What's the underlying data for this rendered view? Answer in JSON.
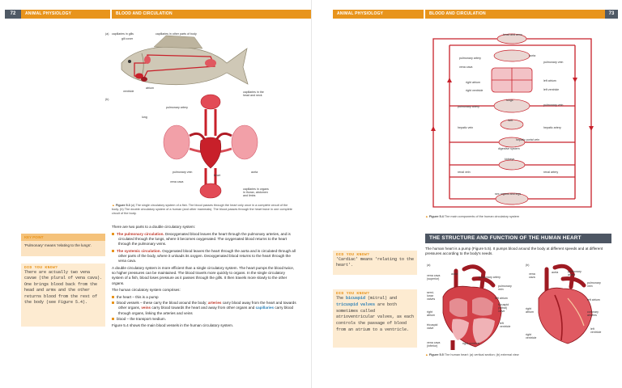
{
  "left_page": {
    "page_number": "72",
    "header_section": "ANIMAL PHYSIOLOGY",
    "header_topic": "BLOOD AND CIRCULATION",
    "fig_a_label": "(a)",
    "fig_b_label": "(b)",
    "fish_labels": {
      "capillaries_gills": "capillaries in gills",
      "gill_cover": "gill cover",
      "capillaries_other": "capillaries in other parts of body",
      "atrium": "atrium",
      "ventricle": "ventricle",
      "capillaries_head": "capillaries in the\nhead and neck"
    },
    "mammal_labels": {
      "pulmonary_artery": "pulmonary artery",
      "lung": "lung",
      "pulmonary_vein": "pulmonary vein",
      "heart": "heart",
      "aorta": "aorta",
      "vena_cava": "vena cava",
      "capillaries_organs": "capillaries in organs\nin thorax, abdomen\nand limbs"
    },
    "caption_fig": "Figure 5.3",
    "caption_text": "(a) The single circulatory system of a fish. The blood passes through the heart only once in a complete circuit of the body. (b) The double circulatory system of a human (and other mammals). The blood passes through the heart twice in one complete circuit of the body.",
    "key_point": {
      "title": "KEY POINT",
      "text": "'Pulmonary' means 'relating to the lungs'."
    },
    "did_you_know": {
      "title": "DID YOU KNOW?",
      "text": "There are actually two vena cavae (the plural of vena cava). One brings blood back from the head and arms and the other returns blood from the rest of the body (see Figure 5.4)."
    },
    "intro": "There are two parts to a double circulatory system:",
    "bullet1_kw": "The pulmonary circulation.",
    "bullet1_text": " Deoxygenated blood leaves the heart through the pulmonary arteries, and is circulated through the lungs, where it becomes oxygenated. The oxygenated blood returns to the heart through the pulmonary veins.",
    "bullet2_kw": "The systemic circulation.",
    "bullet2_text": " Oxygenated blood leaves the heart through the aorta and is circulated through all other parts of the body, where it unloads its oxygen. Deoxygenated blood returns to the heart through the vena cava.",
    "para1": "A double circulatory system is more efficient than a single circulatory system. The heart pumps the blood twice, so higher pressures can be maintained. The blood travels more quickly to organs. In the single circulatory system of a fish, blood loses pressure as it passes through the gills. It then travels more slowly to the other organs.",
    "para2": "The human circulatory system comprises:",
    "list1": "the heart – this is a pump",
    "list2_a": "blood vessels – these carry the blood around the body; ",
    "list2_arteries": "arteries",
    "list2_b": " carry blood away from the heart and towards other organs, ",
    "list2_veins": "veins",
    "list2_c": " carry blood towards the heart and away from other organs and ",
    "list2_caps": "capillaries",
    "list2_d": " carry blood through organs, linking the arteries and veins",
    "list3": "blood – the transport medium.",
    "para3": "Figure 5.4 shows the main blood vessels in the human circulatory system."
  },
  "right_page": {
    "page_number": "73",
    "header_section": "ANIMAL PHYSIOLOGY",
    "header_topic": "BLOOD AND CIRCULATION",
    "diagram_labels": {
      "head_arms": "head and arms",
      "pulmonary_artery_top": "pulmonary artery",
      "aorta": "aorta",
      "vena_cava": "vena cava",
      "pulmonary_vein_top": "pulmonary vein",
      "right_atrium": "right atrium",
      "left_atrium": "left atrium",
      "right_ventricle": "right ventricle",
      "left_ventricle": "left ventricle",
      "lungs": "lungs",
      "pulmonary_artery_mid": "pulmonary artery",
      "pulmonary_vein_mid": "pulmonary vein",
      "liver": "liver",
      "hepatic_vein": "hepatic vein",
      "hepatic_artery": "hepatic artery",
      "hepatic_portal_vein": "hepatic portal vein",
      "digestive_system": "digestive system",
      "kidneys": "kidneys",
      "renal_vein": "renal vein",
      "renal_artery": "renal artery",
      "sex_organs_legs": "sex organs and legs"
    },
    "caption_fig": "Figure 5.4",
    "caption_text": "The main components of the human circulatory system",
    "section_title": "THE STRUCTURE AND FUNCTION OF THE HUMAN HEART",
    "section_text": "The human heart is a pump (Figure 5.5). It pumps blood around the body at different speeds and at different pressures according to the body's needs.",
    "dyk1_title": "DID YOU KNOW?",
    "dyk1_text": "'Cardiac' means 'relating to the heart'.",
    "dyk2_title": "DID YOU KNOW?",
    "dyk2_a": "The ",
    "dyk2_bicuspid": "bicuspid",
    "dyk2_b": " (mitral) and ",
    "dyk2_tricuspid": "tricuspid valves",
    "dyk2_c": " are both sometimes called atrioventricular valves, as each controls the passage of blood from an atrium to a ventricle.",
    "heart_a_label": "(a)",
    "heart_b_label": "(b)",
    "heart_a_labels": {
      "vena_cava_sup": "vena cava\n(superior)",
      "aorta": "aorta",
      "pulmonary_artery": "pulmonary artery",
      "pulmonary_vein": "pulmonary\nvein",
      "semilunar": "semi-\nlunar\nvalves",
      "left_atrium": "left atrium",
      "bicuspid": "bicuspid\n(mitral)\nvalve",
      "right_atrium": "right\natrium",
      "left_ventricle": "left\nventricle",
      "tricuspid": "tricuspid\nvalve",
      "right_ventricle": "right ventricle",
      "vena_cava_inf": "vena cava\n(inferior)"
    },
    "heart_b_labels": {
      "vena_cava": "vena\ncava",
      "aorta": "aorta",
      "pulmonary_artery": "pulmonary\nartery",
      "pulmonary_vein": "pulmonary\nvein",
      "left_atrium": "left atrium",
      "right_atrium": "right\natrium",
      "coronary_arteries": "coronary\narteries",
      "left_ventricle": "left\nventricle",
      "right_ventricle": "right\nventricle"
    },
    "caption2_fig": "Figure 5.5",
    "caption2_text": "The human heart: (a) vertical section; (b) external view"
  },
  "colors": {
    "accent_orange": "#e8941c",
    "header_grey": "#505a66",
    "blood_red": "#c8202a",
    "organ_pink": "#f2a0a8",
    "box_tint": "#fbe3c2"
  }
}
